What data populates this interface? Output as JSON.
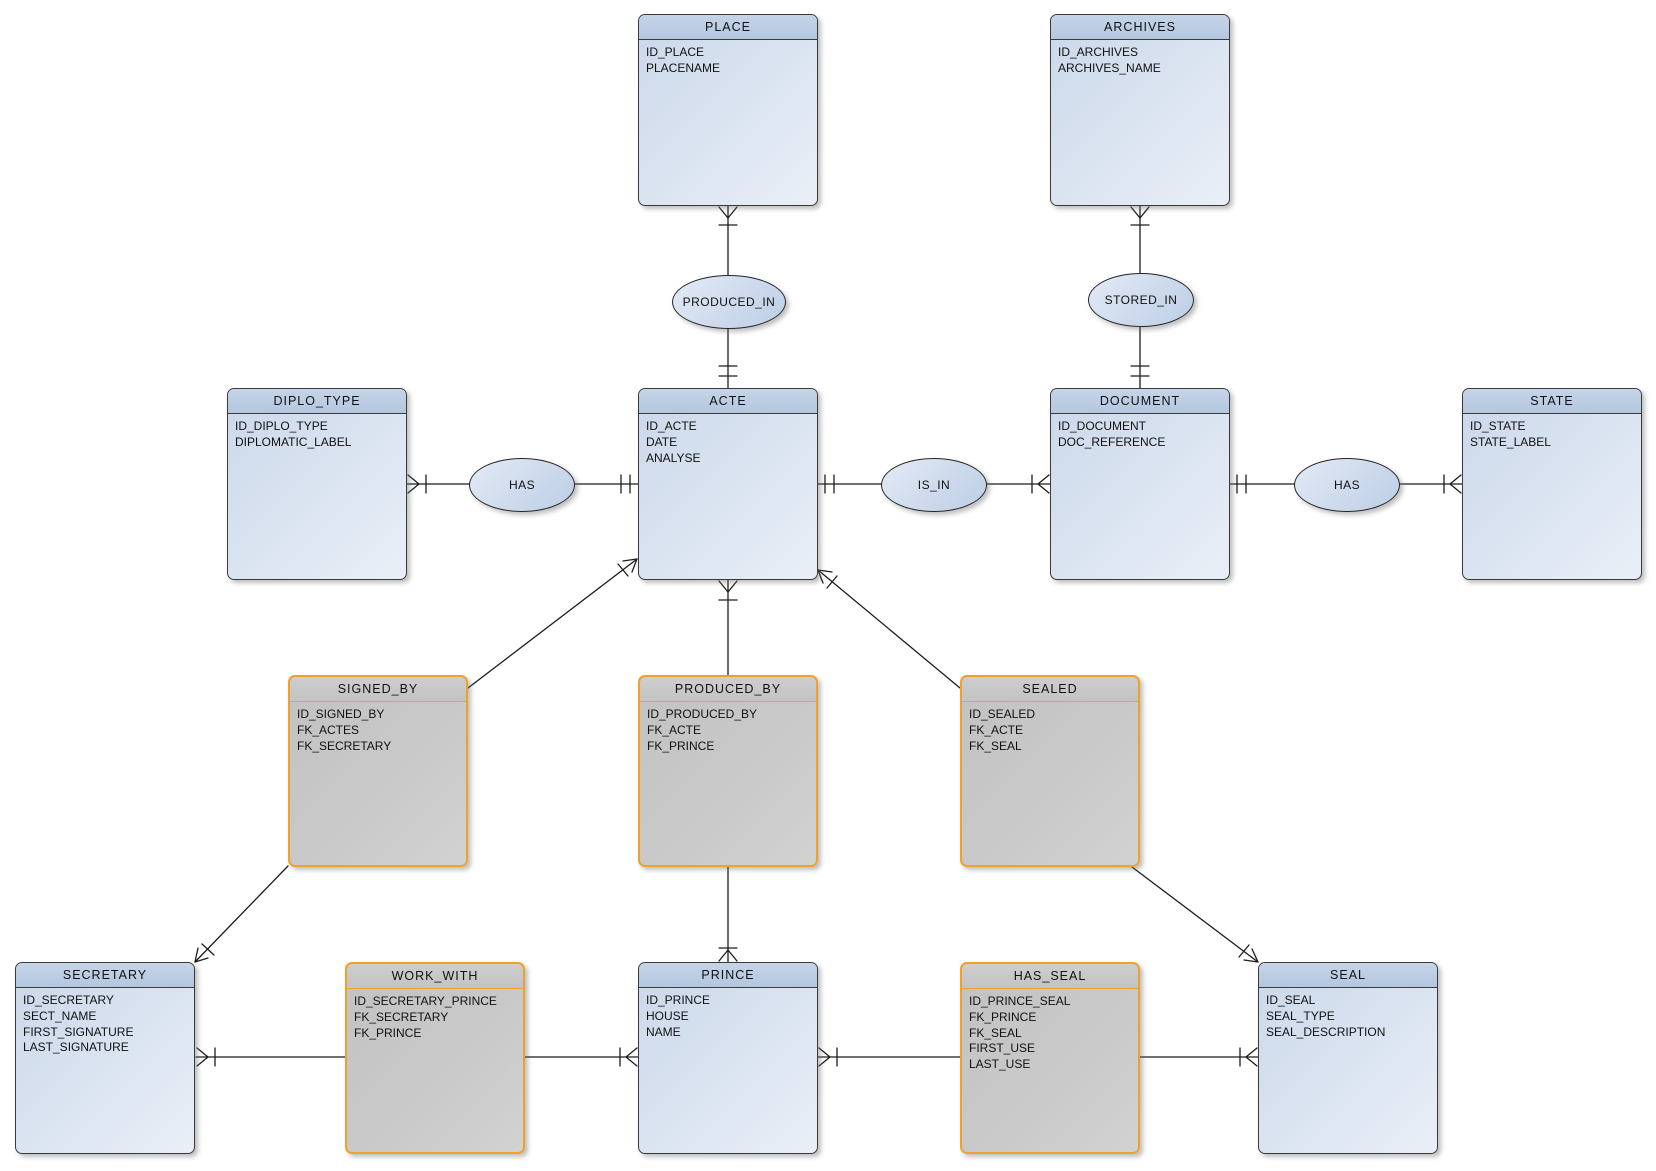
{
  "colors": {
    "entity_header": "#bccde2",
    "entity_body": "#d8e2f0",
    "entity_border": "#3a3a3a",
    "junction_header": "#c7c7c7",
    "junction_body": "#c4c4c4",
    "junction_border": "#f0a12c",
    "ellipse_fill": "#ccd9ec",
    "connector_line": "#1c1c1c"
  },
  "entities": [
    {
      "name": "PLACE",
      "kind": "entity",
      "attributes": [
        "ID_PLACE",
        "PLACENAME"
      ]
    },
    {
      "name": "ARCHIVES",
      "kind": "entity",
      "attributes": [
        "ID_ARCHIVES",
        "ARCHIVES_NAME"
      ]
    },
    {
      "name": "DIPLO_TYPE",
      "kind": "entity",
      "attributes": [
        "ID_DIPLO_TYPE",
        "DIPLOMATIC_LABEL"
      ]
    },
    {
      "name": "ACTE",
      "kind": "entity",
      "attributes": [
        "ID_ACTE",
        "DATE",
        "ANALYSE"
      ]
    },
    {
      "name": "DOCUMENT",
      "kind": "entity",
      "attributes": [
        "ID_DOCUMENT",
        "DOC_REFERENCE"
      ]
    },
    {
      "name": "STATE",
      "kind": "entity",
      "attributes": [
        "ID_STATE",
        "STATE_LABEL"
      ]
    },
    {
      "name": "SIGNED_BY",
      "kind": "junction",
      "attributes": [
        "ID_SIGNED_BY",
        "FK_ACTES",
        "FK_SECRETARY"
      ]
    },
    {
      "name": "PRODUCED_BY",
      "kind": "junction",
      "attributes": [
        "ID_PRODUCED_BY",
        "FK_ACTE",
        "FK_PRINCE"
      ]
    },
    {
      "name": "SEALED",
      "kind": "junction",
      "attributes": [
        "ID_SEALED",
        "FK_ACTE",
        "FK_SEAL"
      ]
    },
    {
      "name": "SECRETARY",
      "kind": "entity",
      "attributes": [
        "ID_SECRETARY",
        "SECT_NAME",
        "FIRST_SIGNATURE",
        "LAST_SIGNATURE"
      ]
    },
    {
      "name": "WORK_WITH",
      "kind": "junction",
      "attributes": [
        "ID_SECRETARY_PRINCE",
        "FK_SECRETARY",
        "FK_PRINCE"
      ]
    },
    {
      "name": "PRINCE",
      "kind": "entity",
      "attributes": [
        "ID_PRINCE",
        "HOUSE",
        "NAME"
      ]
    },
    {
      "name": "HAS_SEAL",
      "kind": "junction",
      "attributes": [
        "ID_PRINCE_SEAL",
        "FK_PRINCE",
        "FK_SEAL",
        "FIRST_USE",
        "LAST_USE"
      ]
    },
    {
      "name": "SEAL",
      "kind": "entity",
      "attributes": [
        "ID_SEAL",
        "SEAL_TYPE",
        "SEAL_DESCRIPTION"
      ]
    }
  ],
  "relationships": [
    {
      "label": "PRODUCED_IN",
      "between": [
        "PLACE",
        "ACTE"
      ]
    },
    {
      "label": "STORED_IN",
      "between": [
        "ARCHIVES",
        "DOCUMENT"
      ]
    },
    {
      "label": "HAS",
      "between": [
        "DIPLO_TYPE",
        "ACTE"
      ]
    },
    {
      "label": "IS_IN",
      "between": [
        "ACTE",
        "DOCUMENT"
      ]
    },
    {
      "label": "HAS",
      "between": [
        "DOCUMENT",
        "STATE"
      ]
    }
  ]
}
